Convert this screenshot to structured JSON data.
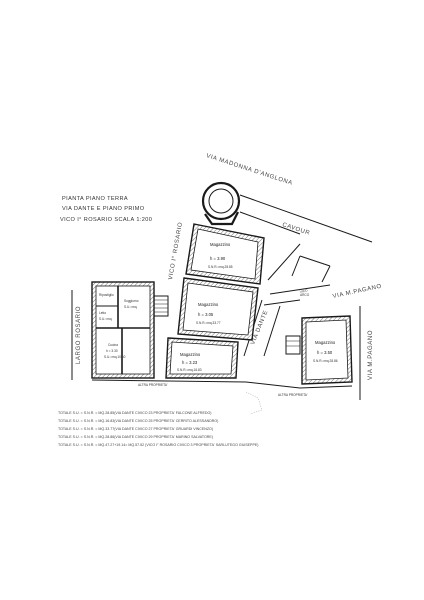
{
  "title": {
    "line1": "PIANTA PIANO TERRA",
    "line2": "VIA DANTE E PIANO PRIMO",
    "line3": "VICO I° ROSARIO  SCALA 1:200"
  },
  "streets": {
    "madonna": "VIA MADONNA D'ANGLONA",
    "cavour": "CAVOUR",
    "vico_rosario": "VICO I° ROSARIO",
    "largo_rosario": "LARGO ROSARIO",
    "via_dante": "VIA DANTE",
    "via_pagano": "VIA M.PAGANO",
    "vico_via": "VICO",
    "via_m_pagano_v": "VIA M.PAGANO"
  },
  "rooms": {
    "top": {
      "name": "Magazzino",
      "h": "h = 3.90",
      "s": "S.N.R.=mq.28.85"
    },
    "mid": {
      "name": "Magazzino",
      "h": "h = 3.05",
      "s": "S.N.R.=mq.33.77"
    },
    "low": {
      "name": "Magazzino",
      "h": "h = 3.23",
      "s": "S.N.R.=mq.16.83"
    },
    "right": {
      "name": "Magazzino",
      "h": "h = 3.50",
      "s": "S.N.R.=mq.28.86"
    },
    "left_a": {
      "name": "Ripostiglio",
      "s": "S.U.=mq."
    },
    "left_b": {
      "name": "Soggiorno",
      "s": "S.U.=mq."
    },
    "left_c": {
      "name": "Cucina",
      "h": "h = 3.30",
      "s": "S.U.=mq.10.60"
    },
    "left_d": {
      "name": "Letto",
      "s": "S.U.=mq."
    }
  },
  "labels": {
    "altra_proprieta_1": "ALTRA PROPRIETA'",
    "altra_proprieta_2": "ALTRA PROPRIETA'",
    "arco": "ARCO"
  },
  "legend": [
    "TOTALE S.U. = S.N.R. = MQ.28.85(VIA DANTE CIVICO 23  PROPRIETA' FALCONE ALFREDO)",
    "TOTALE S.U. = S.N.R. = MQ.16.83(VIA DANTE CIVICO 25  PROPRIETA' CERRITO ALESSANDRO)",
    "TOTALE S.U. = S.N.R. = MQ.33.77(VIA DANTE CIVICO 27  PROPRIETA' GRUARDI VINCENZO)",
    "TOTALE S.U. = S.N.R. = MQ.28.86(VIA DANTE CIVICO 29  PROPRIETA' MARINO SALVATORE)",
    "TOTALE S.U. = S.N.R. = MQ.47.27+19.14= MQ.57.52 (VICO I° ROSARIO CIVICO 3  PROPRIETA' SARLUTEGO GIUSEPPE)"
  ]
}
